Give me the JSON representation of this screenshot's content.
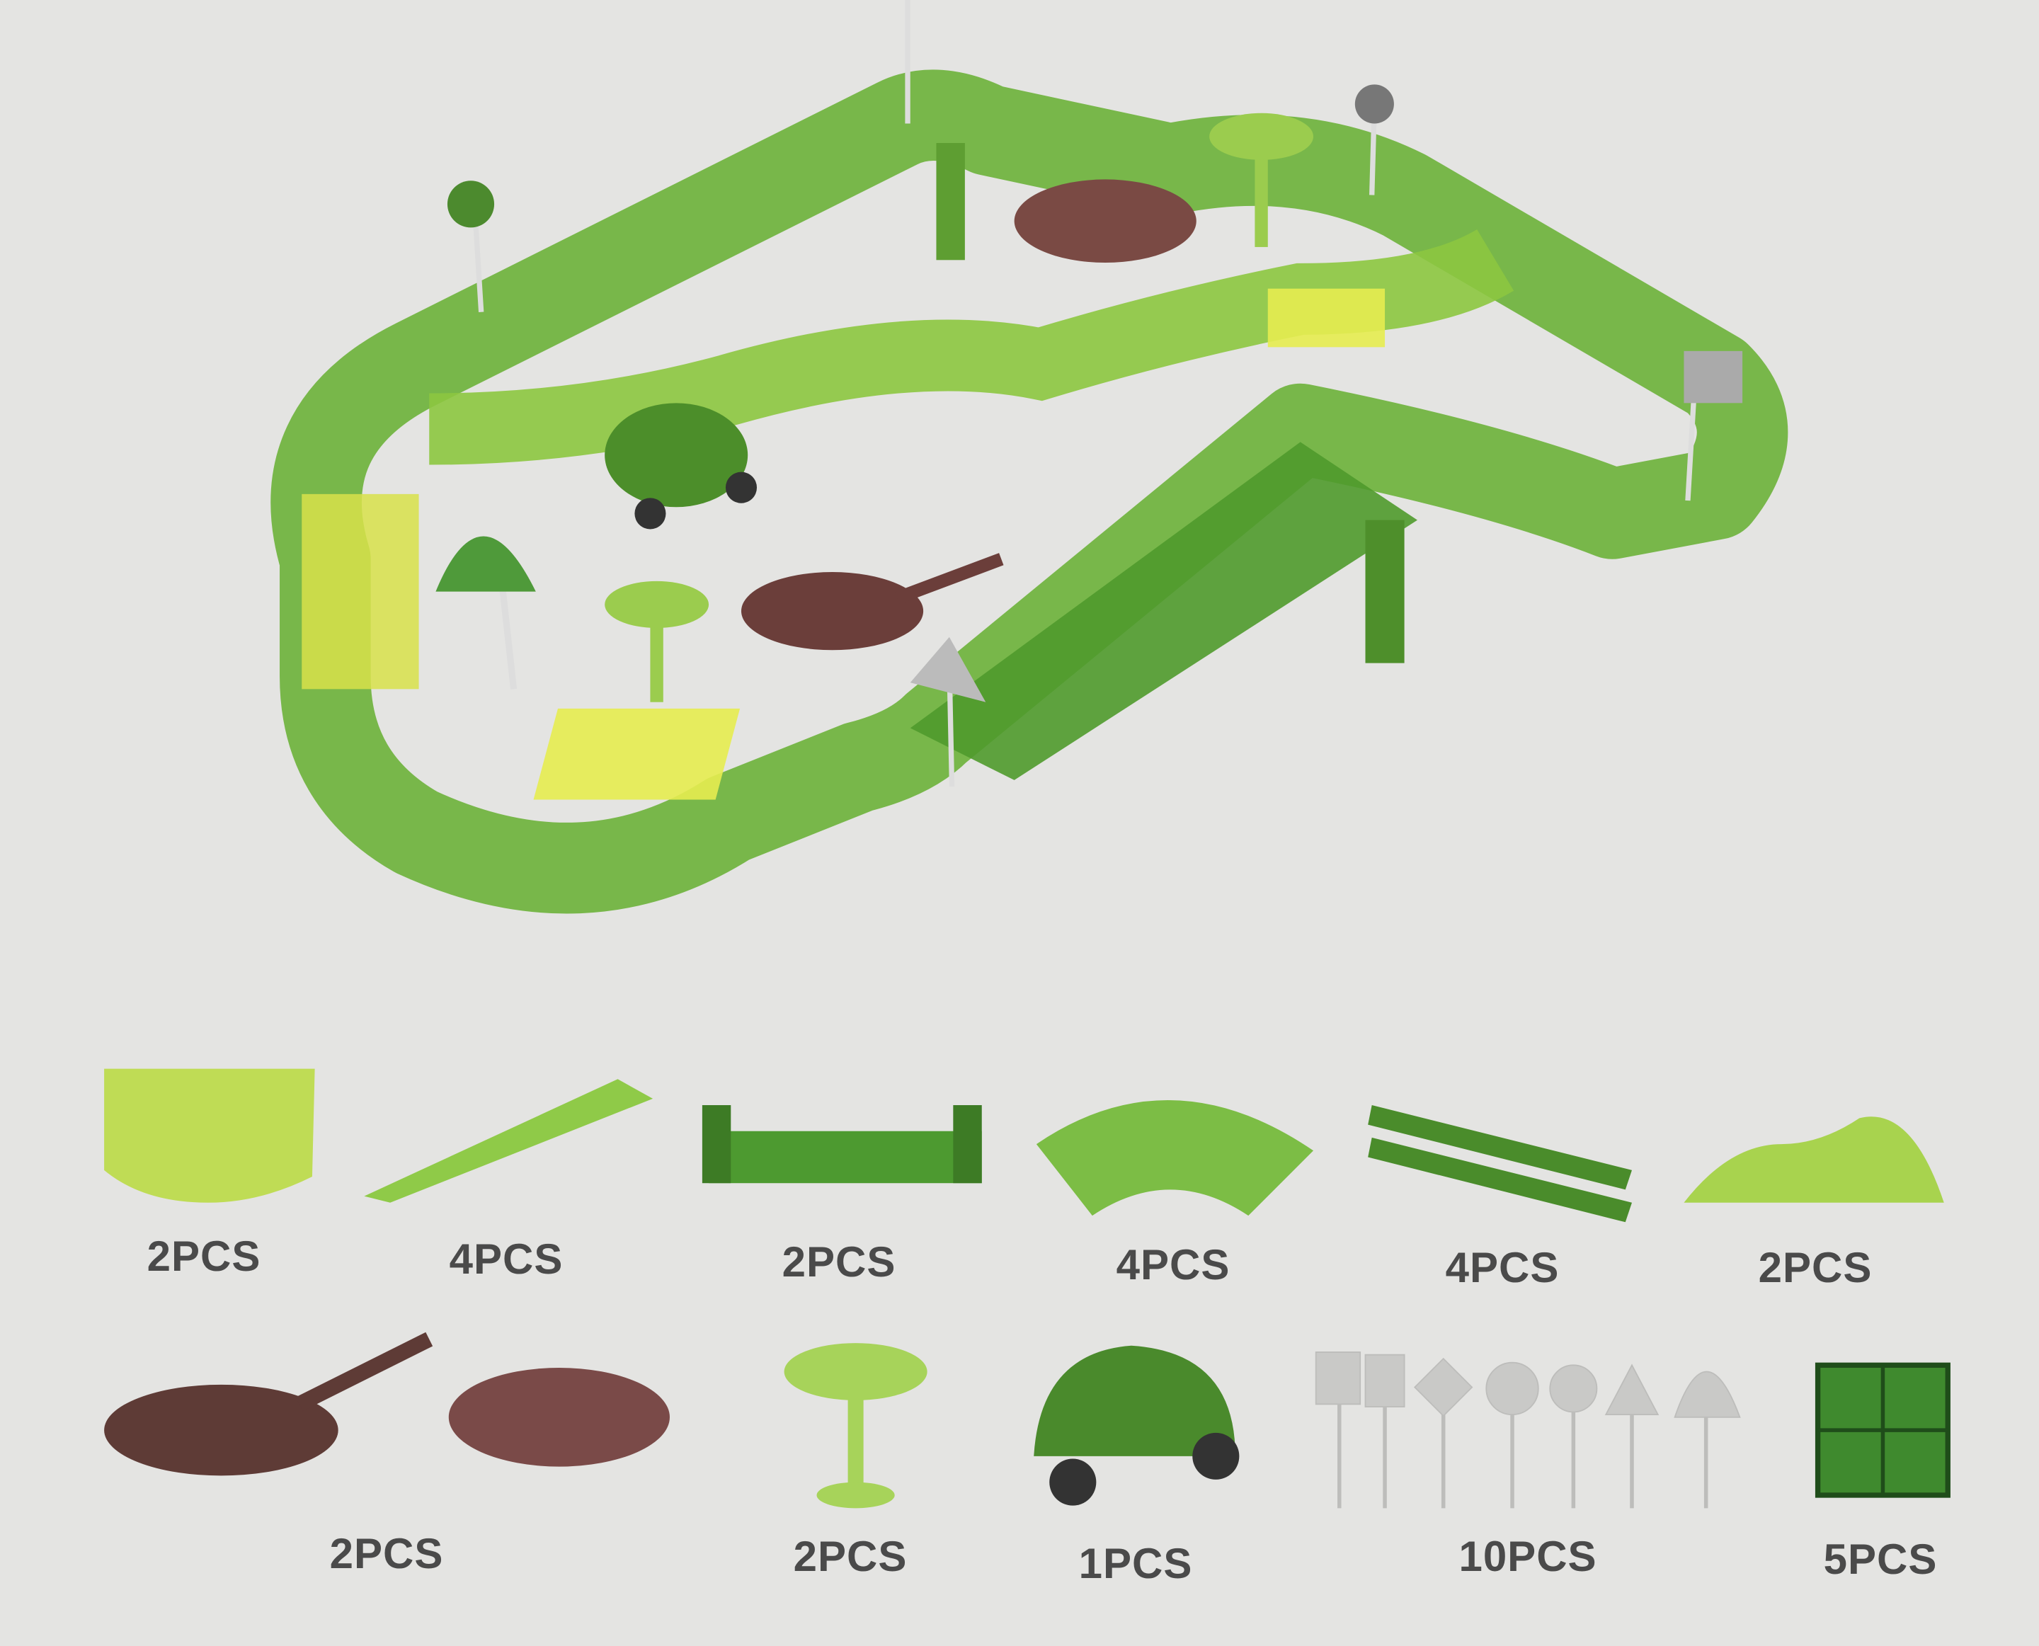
{
  "parts_row1": [
    {
      "name": "yellow-intersection-track",
      "qty": "2PCS"
    },
    {
      "name": "straight-ramp-track",
      "qty": "4PCS"
    },
    {
      "name": "bridge-track",
      "qty": "2PCS"
    },
    {
      "name": "curved-track",
      "qty": "4PCS"
    },
    {
      "name": "support-pillars",
      "qty": "4PCS"
    },
    {
      "name": "wave-track",
      "qty": "2PCS"
    }
  ],
  "parts_row2": [
    {
      "name": "dinosaur-figures",
      "qty": "2PCS"
    },
    {
      "name": "palm-trees",
      "qty": "2PCS"
    },
    {
      "name": "dinosaur-car",
      "qty": "1PCS"
    },
    {
      "name": "road-signs",
      "qty": "10PCS"
    },
    {
      "name": "connector-tiles",
      "qty": "5PCS"
    }
  ],
  "colors": {
    "track_green": "#5aa531",
    "track_light": "#a7d352",
    "track_yellow": "#e8ec4a",
    "dino_brown": "#7a4a44",
    "background": "#e4e4e2"
  }
}
